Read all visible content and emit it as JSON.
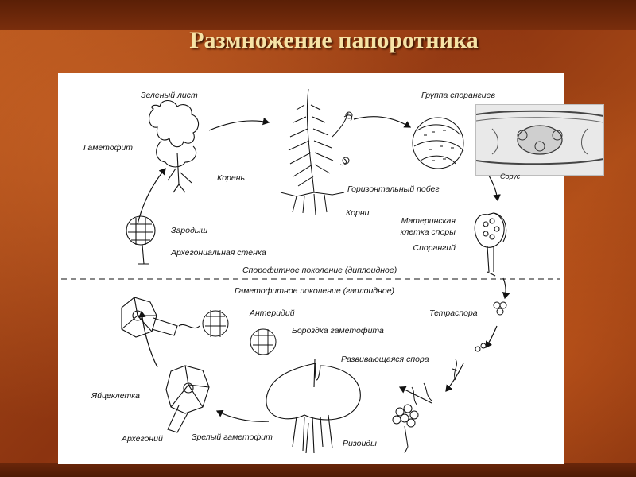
{
  "slide": {
    "title": "Размножение папоротника"
  },
  "diagram": {
    "labels": {
      "green_leaf": "Зеленый лист",
      "gametophyte": "Гаметофит",
      "root": "Корень",
      "sporangia_group": "Группа спорангиев",
      "sorus": "Сорус",
      "horizontal_shoot": "Горизонтальный побег",
      "roots": "Корни",
      "spore_mother_cell_1": "Материнская",
      "spore_mother_cell_2": "клетка споры",
      "sporangium": "Спорангий",
      "embryo": "Зародыш",
      "archegonial_wall": "Архегониальная стенка",
      "sporophyte_generation": "Спорофитное поколение (диплоидное)",
      "gametophyte_generation": "Гаметофитное поколение (гаплоидное)",
      "tetraspore": "Тетраспора",
      "antheridium": "Антеридий",
      "gametophyte_groove": "Бороздка гаметофита",
      "developing_spore": "Развивающаяся спора",
      "egg_cell": "Яйцеклетка",
      "archegonium": "Архегоний",
      "mature_gametophyte": "Зрелый гаметофит",
      "rhizoids": "Ризоиды"
    }
  },
  "colors": {
    "background": "#9a3f12",
    "title_text": "#f6e3a6",
    "panel": "#ffffff",
    "ink": "#111111"
  }
}
